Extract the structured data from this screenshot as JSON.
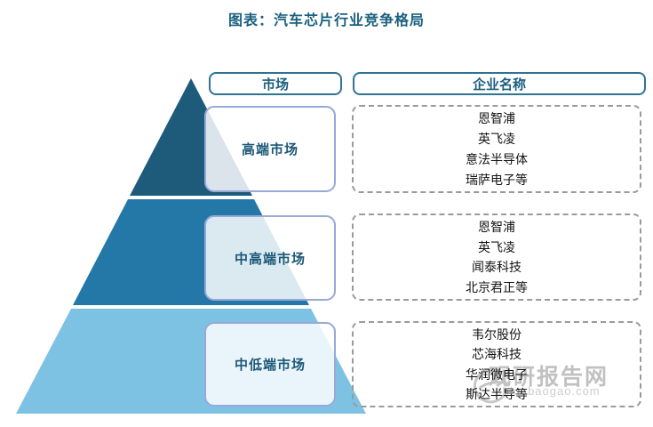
{
  "title": "图表：汽车芯片行业竞争格局",
  "accent_color": "#1b5e80",
  "headers": {
    "market": "市场",
    "company": "企业名称"
  },
  "tiers": [
    {
      "market": "高端市场",
      "color": "#1e5b7b",
      "companies": [
        "恩智浦",
        "英飞凌",
        "意法半导体",
        "瑞萨电子等"
      ]
    },
    {
      "market": "中高端市场",
      "color": "#2478a7",
      "companies": [
        "恩智浦",
        "英飞凌",
        "闻泰科技",
        "北京君正等"
      ]
    },
    {
      "market": "中低端市场",
      "color": "#7ec2e3",
      "companies": [
        "韦尔股份",
        "芯海科技",
        "华润微电子",
        "斯达半导等"
      ]
    }
  ],
  "watermark": {
    "site_name": "观研报告网",
    "site_domain": "chinabaogao.com"
  }
}
